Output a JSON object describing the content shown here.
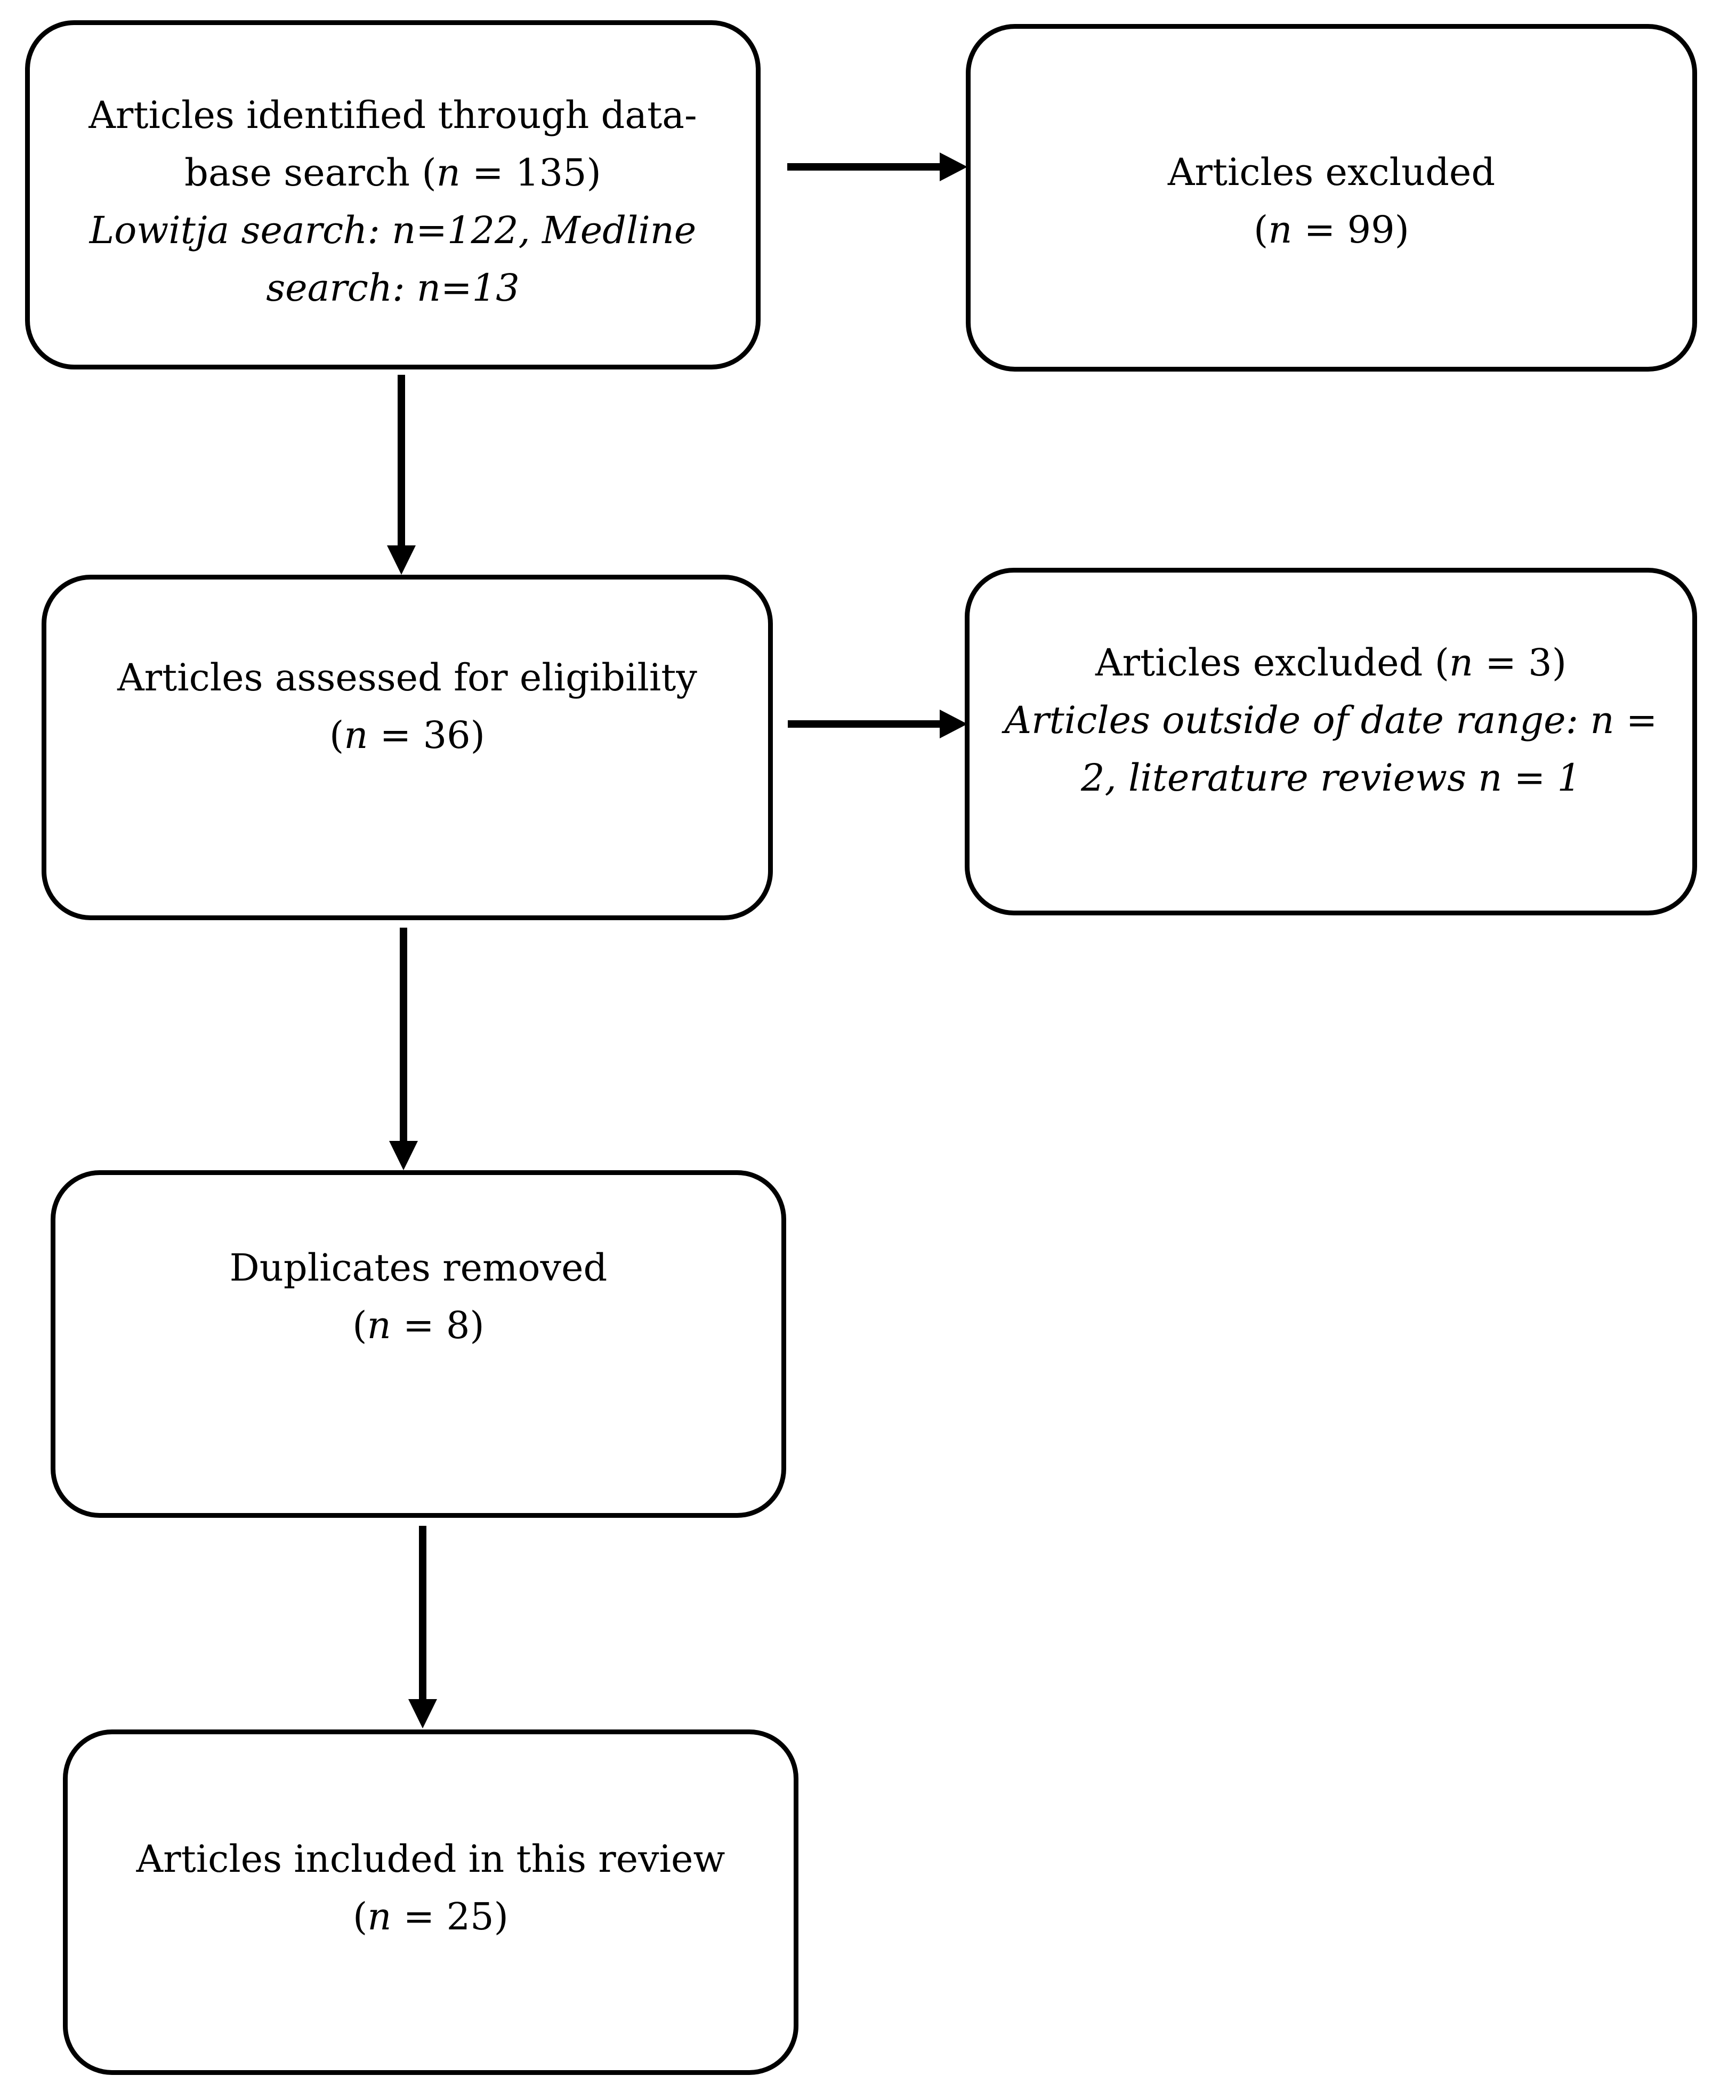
{
  "figure": {
    "background_color": "#ffffff",
    "line_color": "#000000",
    "boxes": [
      {
        "id": "identified",
        "lines": [
          [
            {
              "t": "Articles identified through data-"
            }
          ],
          [
            {
              "t": "base search ("
            },
            {
              "t": "n",
              "i": true
            },
            {
              "t": " = 135)"
            }
          ],
          [
            {
              "t": "Lowitja search: n=122, Medline",
              "i": true
            }
          ],
          [
            {
              "t": "search: n=13",
              "i": true
            }
          ]
        ]
      },
      {
        "id": "excluded-database",
        "lines": [
          [
            {
              "t": "Articles excluded"
            }
          ],
          [
            {
              "t": "("
            },
            {
              "t": "n",
              "i": true
            },
            {
              "t": " = 99)"
            }
          ]
        ]
      },
      {
        "id": "assessed",
        "lines": [
          [
            {
              "t": "Articles assessed for eligibility"
            }
          ],
          [
            {
              "t": "("
            },
            {
              "t": "n",
              "i": true
            },
            {
              "t": " = 36)"
            }
          ]
        ]
      },
      {
        "id": "excluded-eligibility",
        "lines": [
          [
            {
              "t": "Articles excluded ("
            },
            {
              "t": "n",
              "i": true
            },
            {
              "t": " = 3)"
            }
          ],
          [
            {
              "t": "Articles outside of date range: n =",
              "i": true
            }
          ],
          [
            {
              "t": "2, literature reviews n = 1",
              "i": true
            }
          ]
        ]
      },
      {
        "id": "duplicates",
        "lines": [
          [
            {
              "t": "Duplicates removed"
            }
          ],
          [
            {
              "t": "("
            },
            {
              "t": "n",
              "i": true
            },
            {
              "t": " = 8)"
            }
          ]
        ]
      },
      {
        "id": "included",
        "lines": [
          [
            {
              "t": "Articles included in this review"
            }
          ],
          [
            {
              "t": "("
            },
            {
              "t": "n",
              "i": true
            },
            {
              "t": " = 25)"
            }
          ]
        ]
      }
    ]
  }
}
